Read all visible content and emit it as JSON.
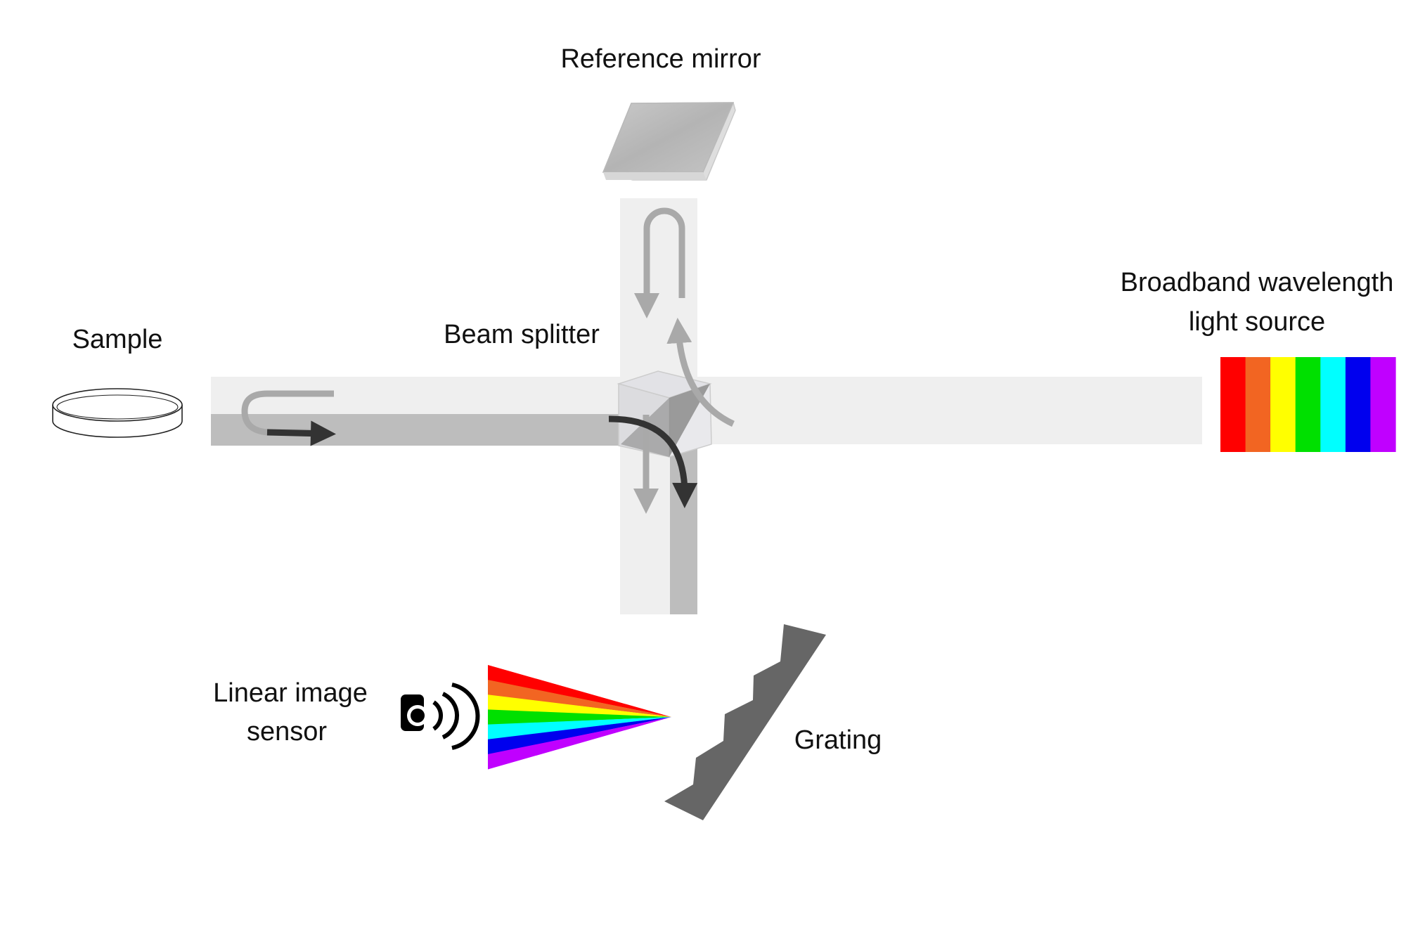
{
  "labels": {
    "reference_mirror": "Reference mirror",
    "sample": "Sample",
    "beam_splitter": "Beam splitter",
    "light_source_line1": "Broadband wavelength",
    "light_source_line2": "light source",
    "sensor_line1": "Linear image",
    "sensor_line2": "sensor",
    "grating": "Grating"
  },
  "icons": {
    "sample": "sample-dish-icon",
    "beam_splitter": "beam-splitter-cube-icon",
    "mirror": "reference-mirror-icon",
    "sensor": "linear-image-sensor-icon",
    "grating": "diffraction-grating-icon"
  },
  "colors": {
    "beam_light": "#efefef",
    "beam_dark": "#bdbdbd",
    "arrow_light": "#a9a9a9",
    "arrow_dark": "#333333",
    "grating": "#666666",
    "spectrum": [
      "#ff0000",
      "#f26522",
      "#ffff00",
      "#00e000",
      "#00ffff",
      "#0000ee",
      "#c000ff"
    ]
  }
}
